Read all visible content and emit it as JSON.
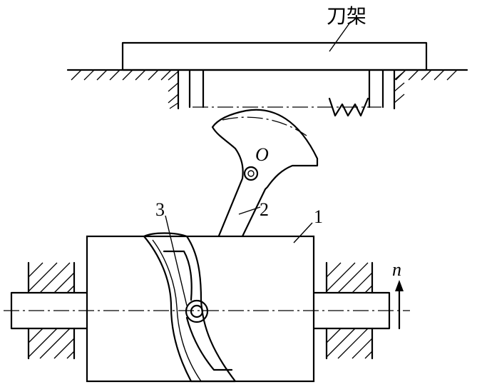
{
  "labels": {
    "tool_holder": "刀架",
    "pivot": "O",
    "part_1": "1",
    "part_2": "2",
    "part_3": "3",
    "speed": "n"
  }
}
